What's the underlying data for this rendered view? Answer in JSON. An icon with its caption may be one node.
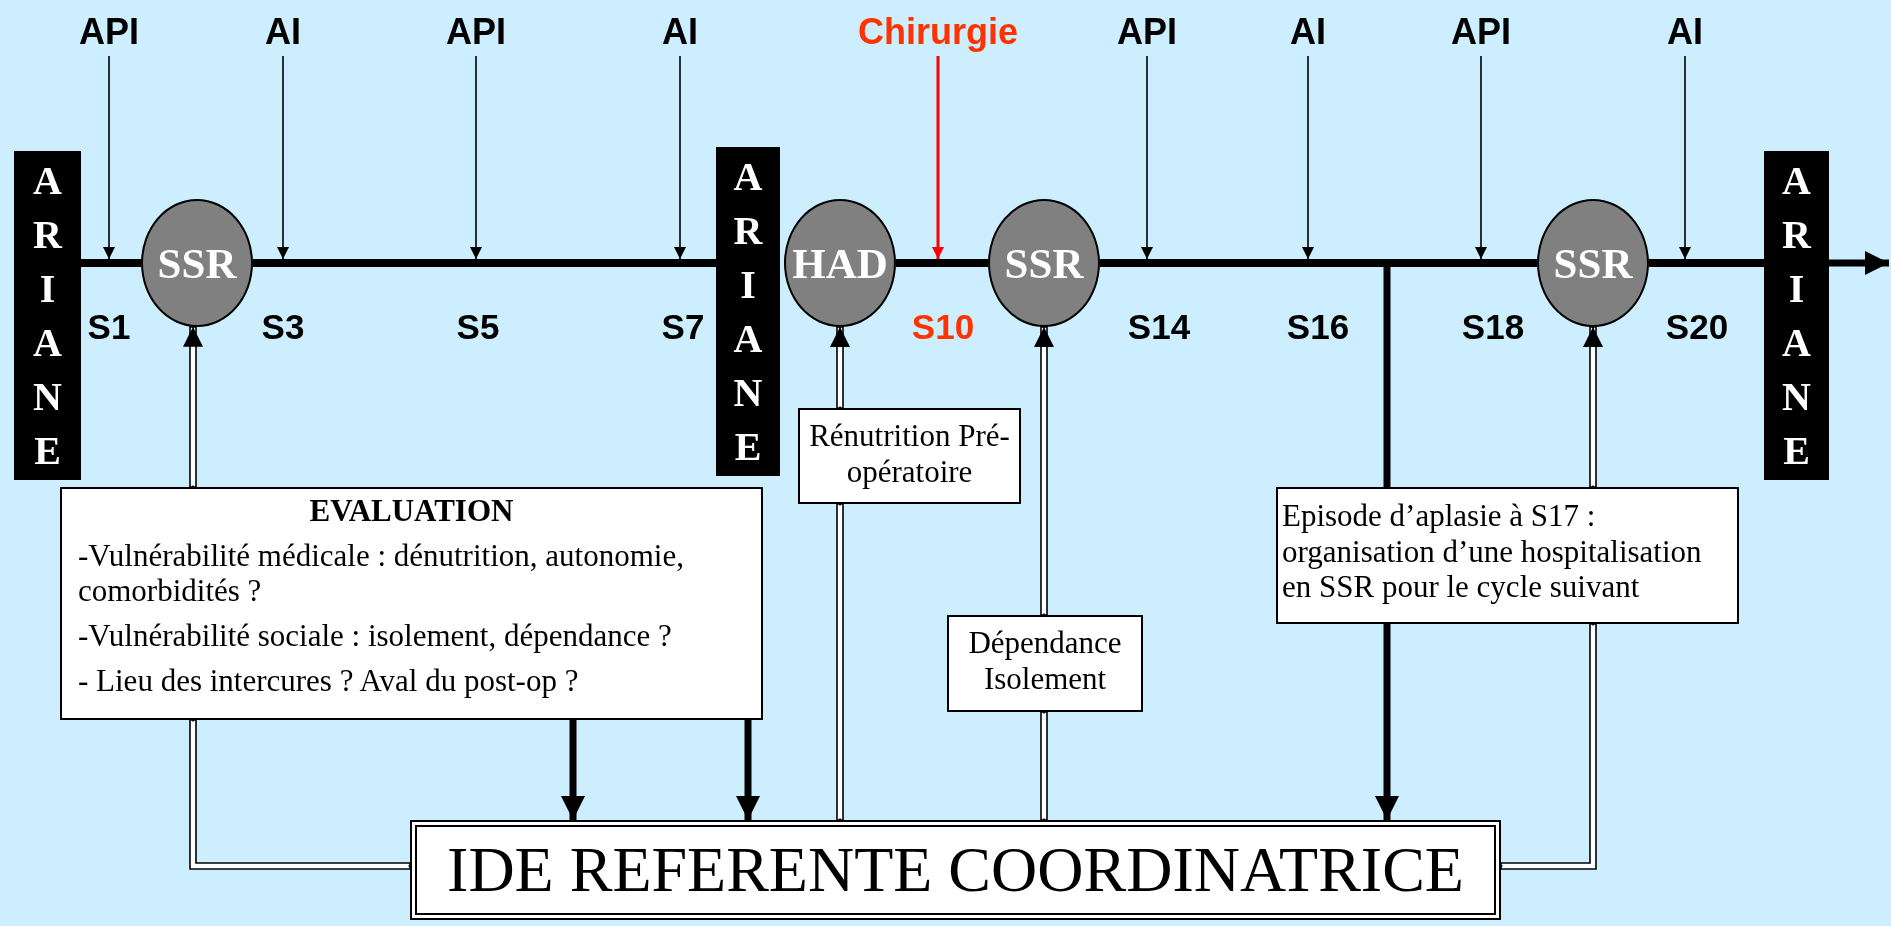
{
  "diagram": {
    "nodes": [
      {
        "text": [
          "API"
        ]
      },
      {
        "text": [
          "AI"
        ]
      },
      {
        "text": [
          "API"
        ]
      },
      {
        "text": [
          "AI"
        ]
      },
      {
        "text": [
          "Chirurgie"
        ]
      },
      {
        "text": [
          "API"
        ]
      },
      {
        "text": [
          "AI"
        ]
      },
      {
        "text": [
          "API"
        ]
      },
      {
        "text": [
          "AI"
        ]
      },
      {
        "text": [
          "ARIANE"
        ]
      },
      {
        "text": [
          "SSR"
        ]
      },
      {
        "text": [
          "ARIANE"
        ]
      },
      {
        "text": [
          "HAD"
        ]
      },
      {
        "text": [
          "SSR"
        ]
      },
      {
        "text": [
          "SSR"
        ]
      },
      {
        "text": [
          "ARIANE"
        ]
      },
      {
        "text": [
          "Rénutrition Pré-opératoire"
        ]
      },
      {
        "text": [
          "EVALUATION",
          "-Vulnérabilité médicale : dénutrition, autonomie, comorbidités ?",
          "-Vulnérabilité sociale : isolement, dépendance ?",
          "- Lieu des intercures ? Aval du post-op ?"
        ]
      },
      {
        "text": [
          "Episode d’aplasie à S17 : organisation d’une hospitalisation en SSR pour le cycle suivant"
        ]
      },
      {
        "text": [
          "Dépendance Isolement"
        ]
      },
      {
        "text": [
          "IDE REFERENTE COORDINATRICE"
        ]
      },
      {
        "text": [],
        "shape": "bar"
      },
      {
        "text": [],
        "shape": "bar"
      },
      {
        "text": [],
        "shape": "bar"
      },
      {
        "text": [],
        "shape": "bar"
      },
      {
        "text": [],
        "shape": "bar"
      }
    ],
    "edges": [
      {
        "from": 0,
        "to": 21,
        "arrow": "to"
      },
      {
        "from": 1,
        "to": 22,
        "arrow": "to"
      },
      {
        "from": 2,
        "to": 22,
        "arrow": "to"
      },
      {
        "from": 3,
        "to": 22,
        "arrow": "to"
      },
      {
        "from": 4,
        "to": 23,
        "arrow": "to",
        "color": "#ff0000"
      },
      {
        "from": 5,
        "to": 24,
        "arrow": "to"
      },
      {
        "from": 6,
        "to": 24,
        "arrow": "to"
      },
      {
        "from": 7,
        "to": 24,
        "arrow": "to"
      },
      {
        "from": 8,
        "to": 25,
        "arrow": "to"
      },
      {
        "from": 15,
        "to": null,
        "arrow": "to",
        "style": "thick"
      },
      {
        "from": 17,
        "to": 20,
        "arrow": "to",
        "style": "thick"
      },
      {
        "from": 17,
        "to": 20,
        "arrow": "to",
        "style": "thick"
      },
      {
        "from": 20,
        "to": 17,
        "arrow": "none"
      },
      {
        "from": 17,
        "to": 10,
        "arrow": "to"
      },
      {
        "from": 20,
        "to": 16,
        "arrow": "none"
      },
      {
        "from": 16,
        "to": 12,
        "arrow": "to"
      },
      {
        "from": 20,
        "to": 19,
        "arrow": "none"
      },
      {
        "from": 19,
        "to": 13,
        "arrow": "to"
      },
      {
        "from": 24,
        "to": 18,
        "arrow": "none",
        "style": "thick"
      },
      {
        "from": 18,
        "to": 20,
        "arrow": "to",
        "style": "thick"
      },
      {
        "from": 20,
        "to": 18,
        "arrow": "none"
      },
      {
        "from": 18,
        "to": 14,
        "arrow": "to"
      }
    ],
    "labels": [
      "S1",
      "S3",
      "S5",
      "S7",
      "S10",
      "S14",
      "S16",
      "S18",
      "S20"
    ]
  }
}
